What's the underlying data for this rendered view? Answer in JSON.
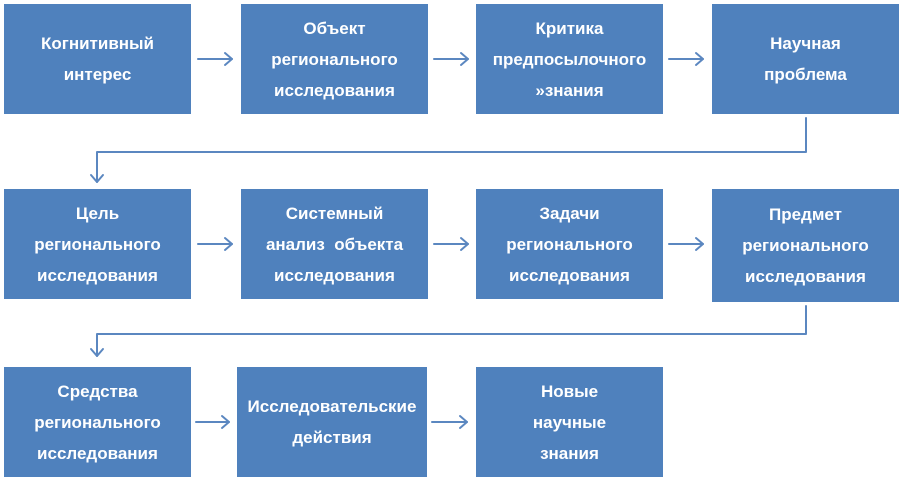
{
  "diagram": {
    "rows": [
      {
        "boxes": [
          {
            "lines": [
              "Когнитивный",
              "интерес"
            ]
          },
          {
            "lines": [
              "Объект",
              "регионального",
              "исследования"
            ]
          },
          {
            "lines": [
              "Критика",
              "предпосылочного",
              "»знания"
            ]
          },
          {
            "lines": [
              "Научная",
              "проблема"
            ]
          }
        ]
      },
      {
        "boxes": [
          {
            "lines": [
              "Цель",
              "регионального",
              "исследования"
            ]
          },
          {
            "lines": [
              "Системный",
              "анализ  объекта",
              "исследования"
            ]
          },
          {
            "lines": [
              "Задачи",
              "регионального",
              "исследования"
            ]
          },
          {
            "lines": [
              "Предмет",
              "регионального",
              "исследования"
            ]
          }
        ]
      },
      {
        "boxes": [
          {
            "lines": [
              "Средства",
              "регионального",
              "исследования"
            ]
          },
          {
            "lines": [
              "Исследовательские",
              "действия"
            ]
          },
          {
            "lines": [
              "Новые",
              "научные",
              "знания"
            ]
          }
        ]
      }
    ],
    "colors": {
      "box_fill": "#4f81bd",
      "box_text": "#ffffff",
      "connector": "#5b87c0"
    }
  }
}
